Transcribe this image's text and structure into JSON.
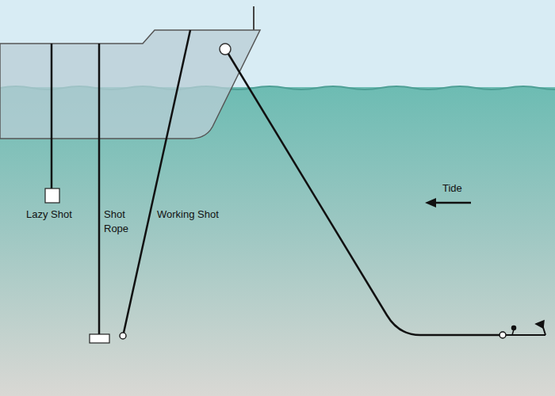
{
  "diagram": {
    "labels": [
      "Lazy Shot",
      "Shot Rope",
      "Working Shot",
      "Tide"
    ]
  }
}
